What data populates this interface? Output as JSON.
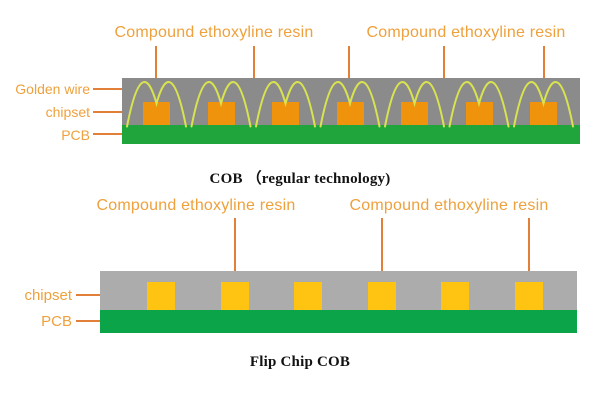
{
  "colors": {
    "label_orange": "#EEA13C",
    "leader_line": "#E2803A",
    "resin_gray_top": "#8B8B8B",
    "resin_gray_bottom": "#ACACAC",
    "pcb_green_top": "#1FA53C",
    "pcb_green_bottom": "#0CA449",
    "chip_orange": "#F0930C",
    "chip_yellow": "#FFC411",
    "wire_yellow": "#D9E34F",
    "caption_black": "#121212"
  },
  "top_diagram": {
    "caption": "COB （regular technology)",
    "resin_label_left": "Compound ethoxyline resin",
    "resin_label_right": "Compound ethoxyline resin",
    "label_golden_wire": "Golden wire",
    "label_chipset": "chipset",
    "label_pcb": "PCB",
    "chip_count": 7,
    "wires_per_chip": 2,
    "resin_leader_line_count": 5
  },
  "bottom_diagram": {
    "caption": "Flip Chip COB",
    "resin_label_left": "Compound ethoxyline resin",
    "resin_label_right": "Compound ethoxyline resin",
    "label_chipset": "chipset",
    "label_pcb": "PCB",
    "chip_count": 6,
    "resin_leader_line_count": 3
  }
}
